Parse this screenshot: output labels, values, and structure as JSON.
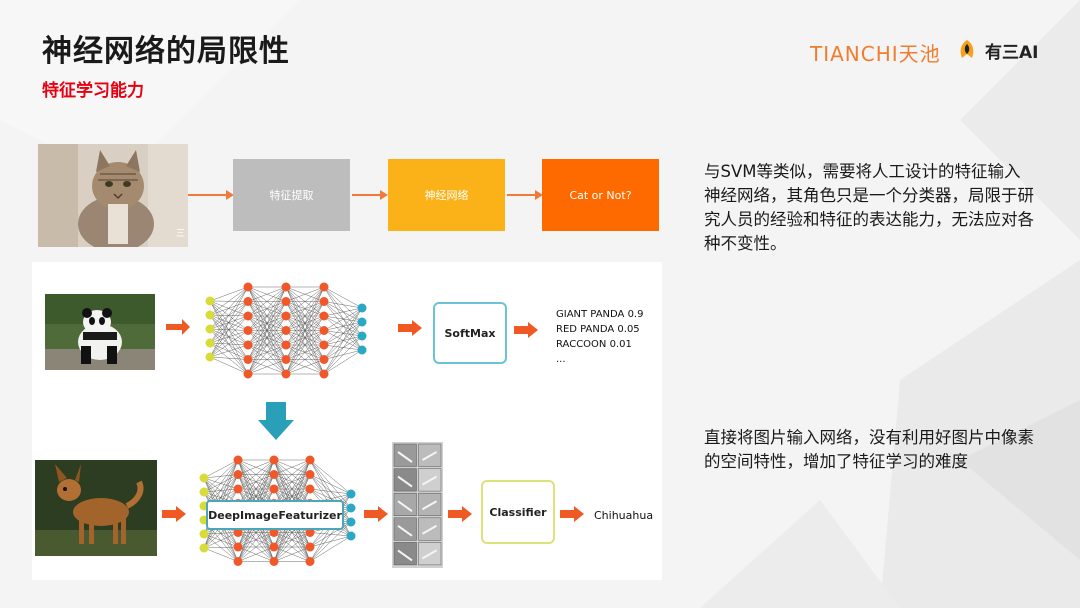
{
  "header": {
    "title": "神经网络的局限性",
    "subtitle": "特征学习能力"
  },
  "logos": {
    "tianchi": "TIANCHI天池",
    "yousan": "有三AI"
  },
  "flow": {
    "step1": "特征提取",
    "step2": "神经网络",
    "step3": "Cat or Not?",
    "cat_watermark": "三",
    "colors": {
      "step1": "#bdbdbd",
      "step2": "#fbb218",
      "step3": "#ff6a00",
      "arrow": "#f07a3a"
    }
  },
  "panda_row": {
    "softmax_label": "SoftMax",
    "predictions": [
      "GIANT PANDA 0.9",
      "RED PANDA 0.05",
      "RACCOON 0.01",
      "..."
    ]
  },
  "dog_row": {
    "featurizer_label": "DeepImageFeaturizer",
    "classifier_label": "Classifier",
    "result_label": "Chihuahua"
  },
  "text": {
    "para1": "与SVM等类似，需要将人工设计的特征输入神经网络，其角色只是一个分类器，局限于研究人员的经验和特征的表达能力，无法应对各种不变性。",
    "para2": "直接将图片输入网络，没有利用好图片中像素的空间特性，增加了特征学习的难度"
  }
}
